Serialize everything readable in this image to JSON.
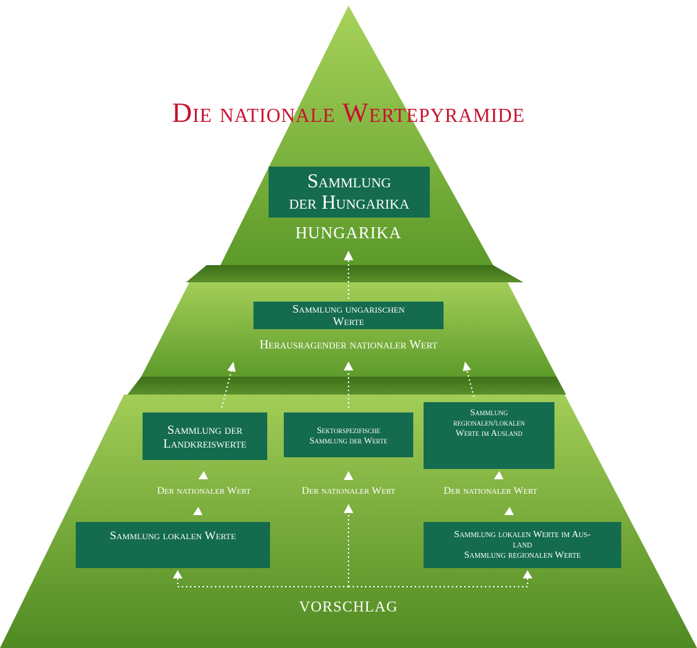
{
  "title": "Die nationale Wertepyramide",
  "top": {
    "box_line1": "Sammlung",
    "box_line2": "der Hungarika",
    "label": "HUNGARIKA"
  },
  "middle": {
    "box_line1": "Sammlung ungarischen",
    "box_line2": "Werte",
    "label": "Herausragender nationaler Wert"
  },
  "bottom": {
    "box_left_line1": "Sammlung der",
    "box_left_line2": "Landkreiswerte",
    "box_center_line1": "Sektorspezifische",
    "box_center_line2": "Sammlung der Werte",
    "box_right_line1": "Sammlung",
    "box_right_line2": "regionalen/lokalen",
    "box_right_line3": "Werte im Ausland",
    "value_left": "Der nationaler Wert",
    "value_center": "Der nationaler Wert",
    "value_right": "Der nationaler Wert",
    "local_left": "Sammlung lokalen Werte",
    "local_right_line1": "Sammlung lokalen Werte im Aus-",
    "local_right_line2": "land",
    "local_right_line3": "Sammlung regionalen Werte",
    "proposal": "VORSCHLAG"
  },
  "colors": {
    "pyramid_light": "#a6d05a",
    "pyramid_dark": "#4f8a22",
    "box_fill": "#146b4e",
    "title": "#c8102e"
  }
}
